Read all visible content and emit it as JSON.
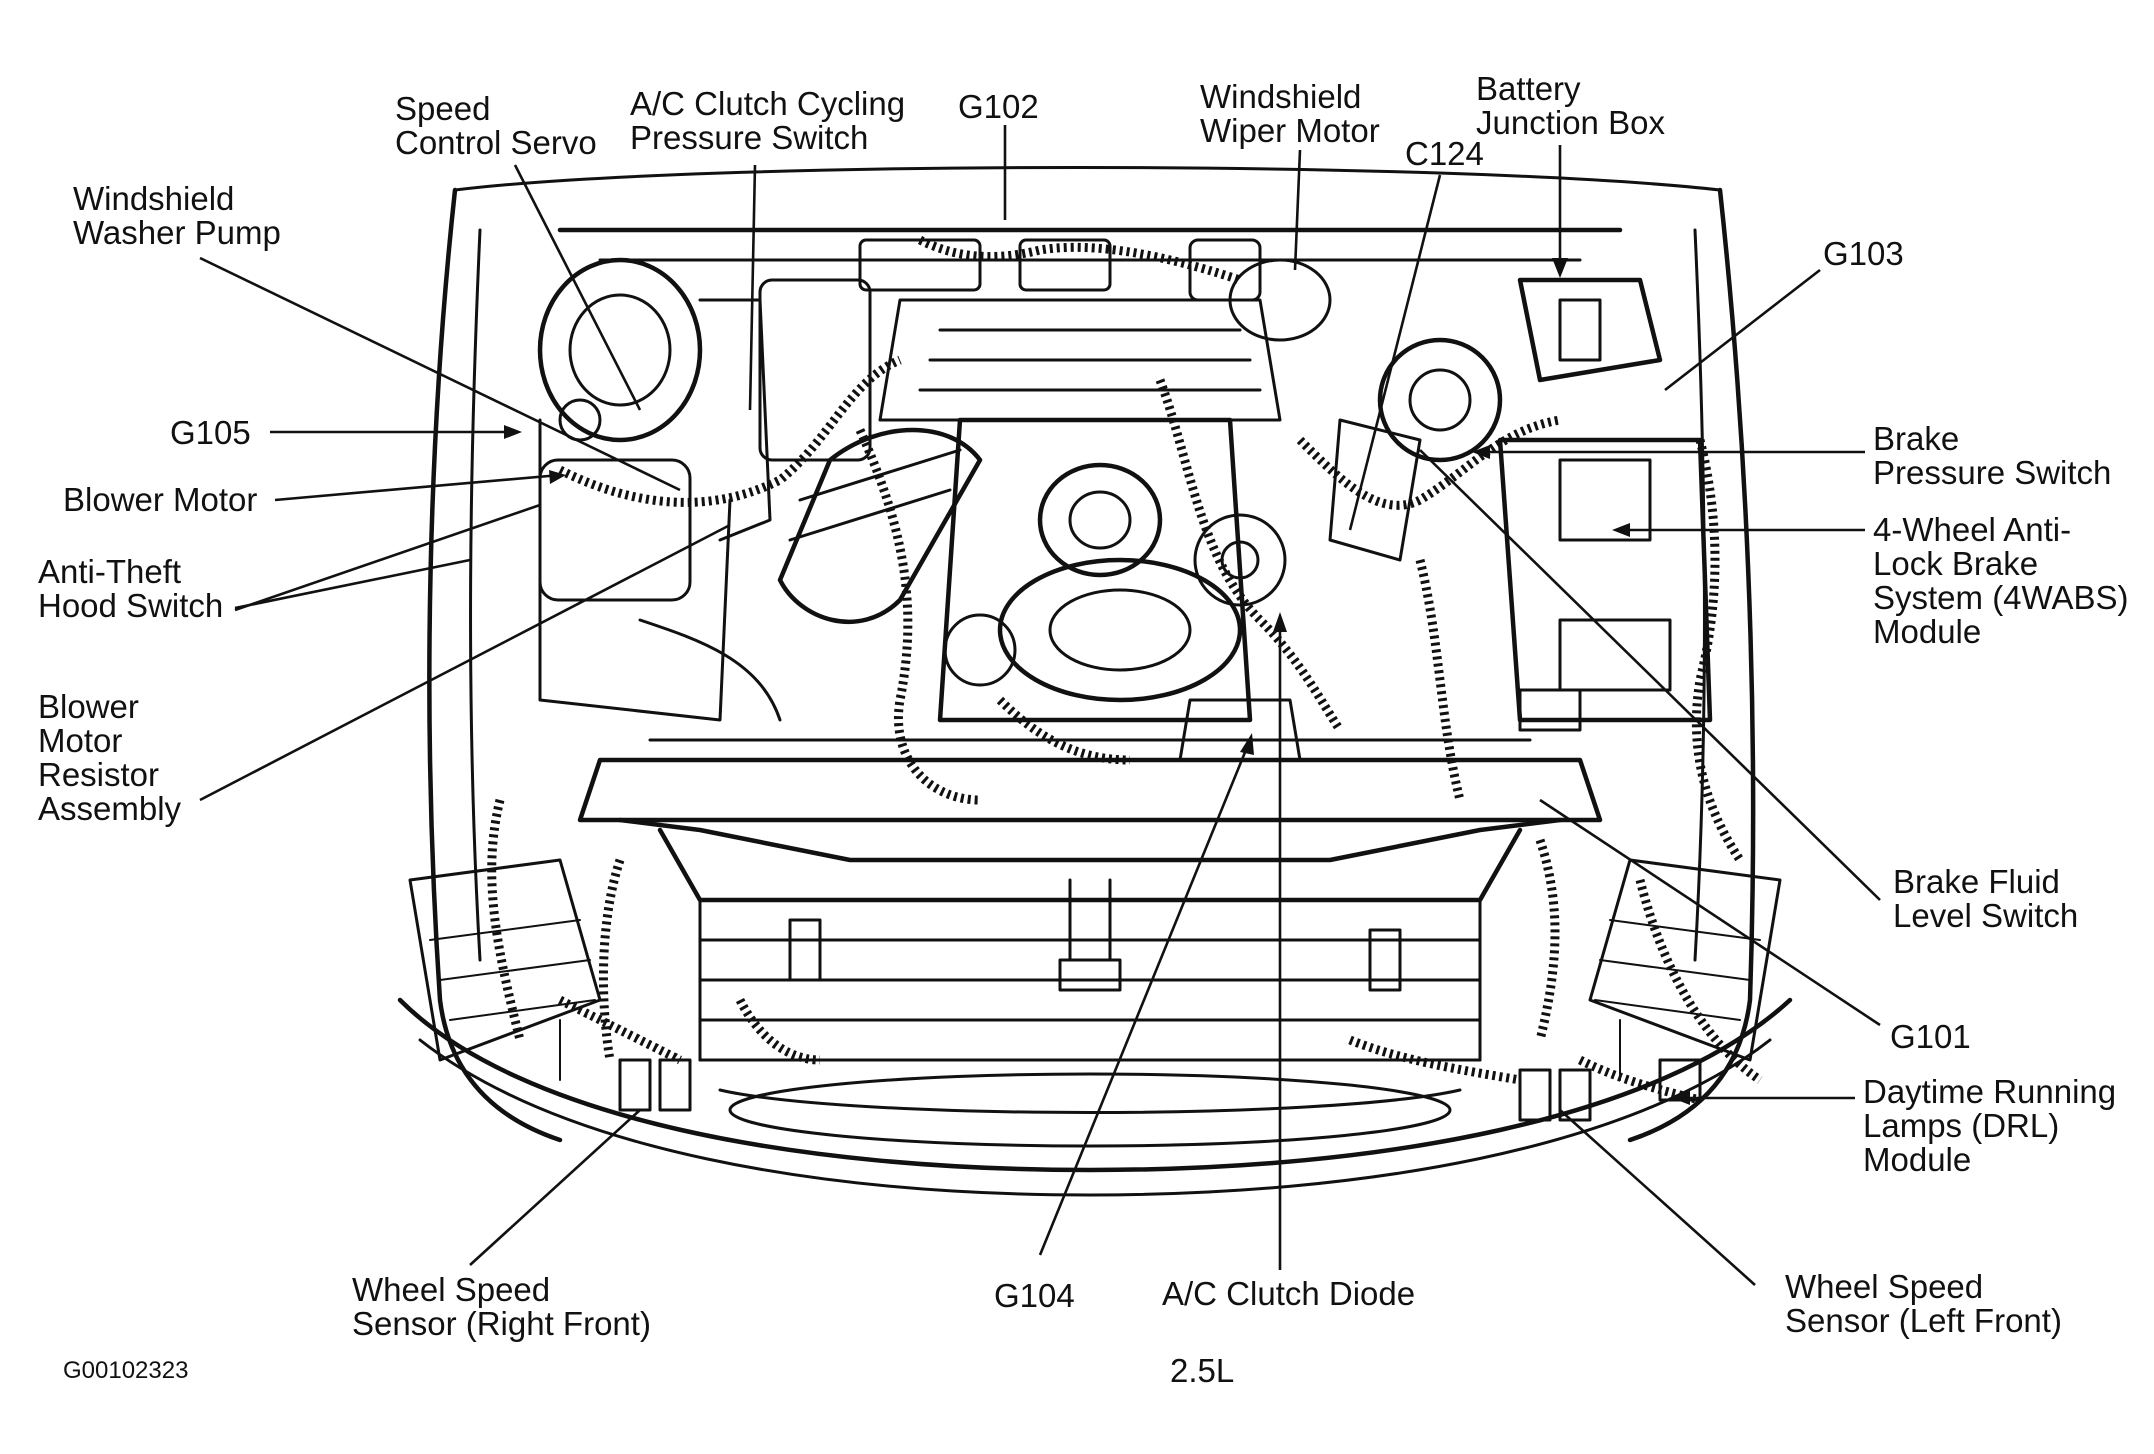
{
  "labels": {
    "speed_control_servo": [
      "Speed",
      "Control Servo"
    ],
    "ac_clutch_cycling_pressure_switch": [
      "A/C Clutch Cycling",
      "Pressure Switch"
    ],
    "g102": [
      "G102"
    ],
    "windshield_wiper_motor": [
      "Windshield",
      "Wiper Motor"
    ],
    "c124": [
      "C124"
    ],
    "battery_junction_box": [
      "Battery",
      "Junction Box"
    ],
    "windshield_washer_pump": [
      "Windshield",
      "Washer Pump"
    ],
    "g103": [
      "G103"
    ],
    "g105": [
      "G105"
    ],
    "blower_motor": [
      "Blower Motor"
    ],
    "anti_theft_hood_switch": [
      "Anti-Theft",
      "Hood Switch"
    ],
    "brake_pressure_switch": [
      "Brake",
      "Pressure Switch"
    ],
    "four_wheel_abs_module": [
      "4-Wheel Anti-",
      "Lock Brake",
      "System (4WABS)",
      "Module"
    ],
    "blower_motor_resistor_assembly": [
      "Blower",
      "Motor",
      "Resistor",
      "Assembly"
    ],
    "brake_fluid_level_switch": [
      "Brake Fluid",
      "Level Switch"
    ],
    "g101": [
      "G101"
    ],
    "drl_module": [
      "Daytime Running",
      "Lamps (DRL)",
      "Module"
    ],
    "wheel_speed_sensor_right_front": [
      "Wheel Speed",
      "Sensor (Right Front)"
    ],
    "g104": [
      "G104"
    ],
    "ac_clutch_diode": [
      "A/C Clutch Diode"
    ],
    "wheel_speed_sensor_left_front": [
      "Wheel Speed",
      "Sensor (Left Front)"
    ]
  },
  "figure_id": "G00102323",
  "engine_size": "2.5L"
}
